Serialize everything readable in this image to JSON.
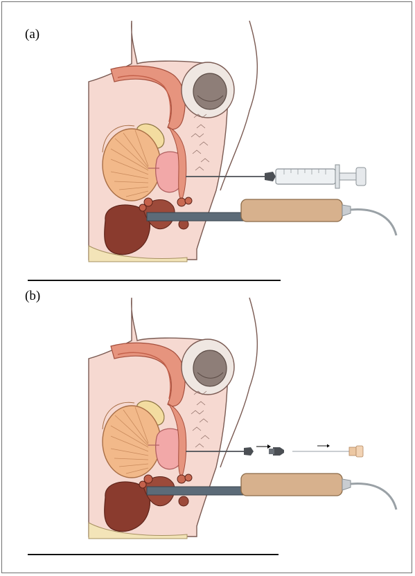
{
  "figure": {
    "panels": [
      {
        "label": "(a)",
        "instrument": "syringe"
      },
      {
        "label": "(b)",
        "instrument": "needle-and-catheter"
      }
    ],
    "colors": {
      "skin": "#f6d9d1",
      "skin_outline": "#7a5a52",
      "muscle": "#e6947e",
      "muscle_dark": "#c4614b",
      "bladder": "#f2b98a",
      "prostate": "#f2a8a8",
      "rectum": "#8a3b2e",
      "bone": "#f3dca0",
      "probe_body": "#d7b18d",
      "probe_shaft": "#5c6b78"
    },
    "icons": [
      "syringe-icon",
      "ultrasound-probe-icon",
      "needle-icon",
      "arrow-right-icon"
    ]
  }
}
